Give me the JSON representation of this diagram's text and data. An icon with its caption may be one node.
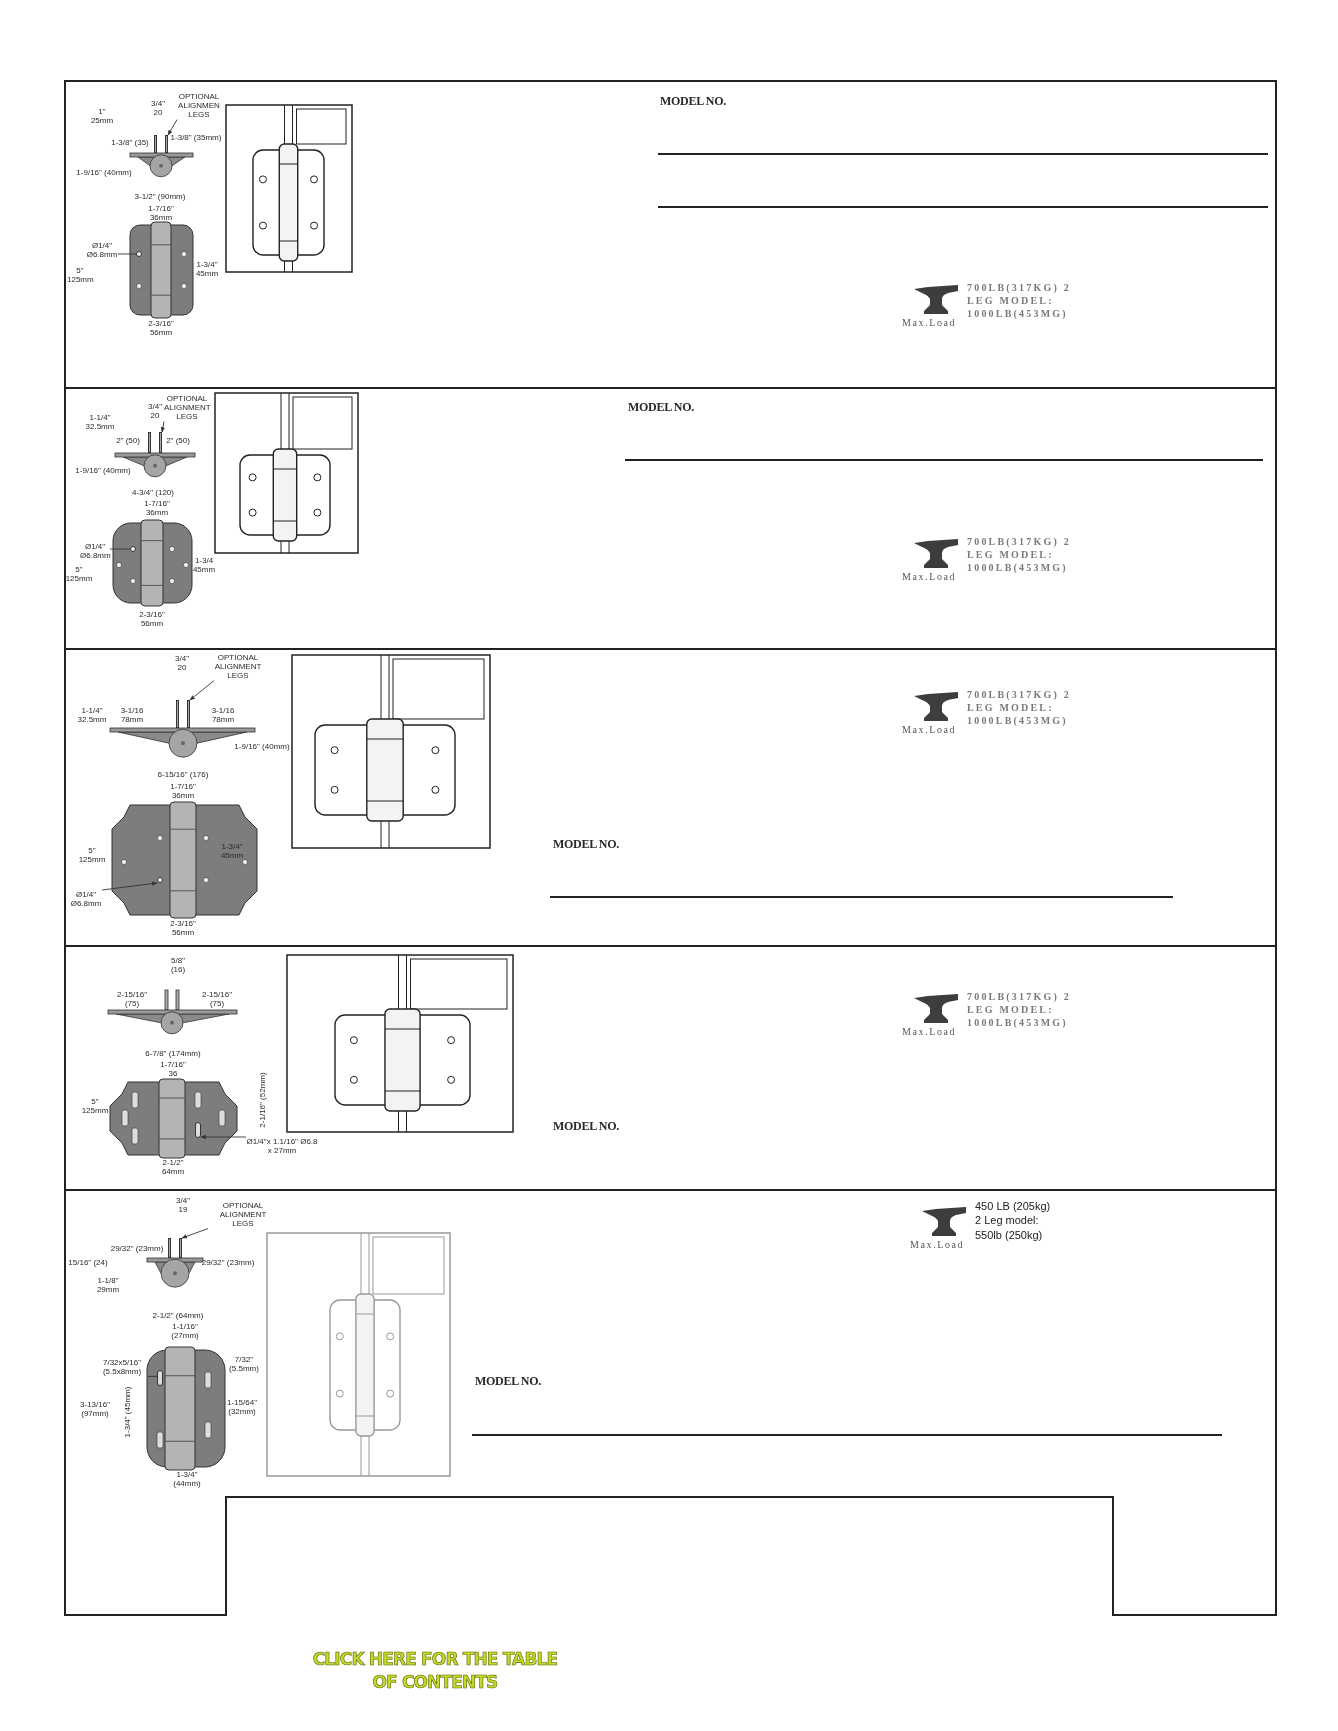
{
  "diagram": {
    "nodes": [
      {
        "text": [
          "MODEL NO.",
          "700LB(317KG) 2 LEG MODEL: 1000LB(453MG)",
          "Max.Load"
        ]
      },
      {
        "text": [
          "OPTIONAL ALIGNMEN LEGS"
        ],
        "in": 0
      },
      {
        "text": [
          "Ø1/4\" Ø6.8mm"
        ],
        "in": 0
      },
      {
        "text": [],
        "shape": "bar",
        "in": 0
      },
      {
        "text": [],
        "shape": "circle",
        "in": 0
      },
      {
        "text": [
          "MODEL NO.",
          "700LB(317KG) 2 LEG MODEL: 1000LB(453MG)",
          "Max.Load"
        ]
      },
      {
        "text": [
          "OPTIONAL ALIGNMENT LEGS"
        ],
        "in": 5
      },
      {
        "text": [
          "Ø1/4\" Ø6.8mm"
        ],
        "in": 5
      },
      {
        "text": [],
        "shape": "bar",
        "in": 5
      },
      {
        "text": [],
        "shape": "circle",
        "in": 5
      },
      {
        "text": [
          "MODEL NO.",
          "700LB(317KG) 2 LEG MODEL: 1000LB(453MG)",
          "Max.Load"
        ]
      },
      {
        "text": [
          "OPTIONAL ALIGNMENT LEGS"
        ],
        "in": 10
      },
      {
        "text": [
          "Ø1/4\" Ø6.8mm"
        ],
        "in": 10
      },
      {
        "text": [],
        "shape": "bar",
        "in": 10
      },
      {
        "text": [],
        "shape": "circle",
        "in": 10
      },
      {
        "text": [
          "MODEL NO.",
          "700LB(317KG) 2 LEG MODEL: 1000LB(453MG)",
          "Max.Load"
        ]
      },
      {
        "text": [
          "Ø1/4\"x 1.1/16\" Ø6.8 x 27mm"
        ],
        "in": 15
      },
      {
        "text": [],
        "shape": "bar",
        "in": 15
      },
      {
        "text": [
          "MODEL NO.",
          "450 LB (205kg) 2 Leg model: 550lb (250kg)",
          "Max.Load"
        ]
      },
      {
        "text": [
          "OPTIONAL ALIGNMENT LEGS"
        ],
        "in": 18
      },
      {
        "text": [
          "7/32x5/16\" (5.5x8mm)"
        ],
        "in": 18
      },
      {
        "text": [],
        "shape": "bar",
        "in": 18
      },
      {
        "text": [],
        "shape": "bar",
        "in": 18
      }
    ],
    "edges": [
      {
        "from": 1,
        "to": 3,
        "arrow": "to"
      },
      {
        "from": 2,
        "to": 4,
        "arrow": "none"
      },
      {
        "from": 6,
        "to": 8,
        "arrow": "to"
      },
      {
        "from": 7,
        "to": 9,
        "arrow": "none"
      },
      {
        "from": 11,
        "to": 13,
        "arrow": "to"
      },
      {
        "from": 12,
        "to": 14,
        "arrow": "to"
      },
      {
        "from": 16,
        "to": 17,
        "arrow": "to"
      },
      {
        "from": 19,
        "to": 21,
        "arrow": "to"
      },
      {
        "from": 20,
        "to": 22,
        "arrow": "none"
      }
    ],
    "labels": [
      "3/4\" 20",
      "1\" 25mm",
      "1-3/8\" (35)",
      "1-3/8\" (35mm)",
      "1-9/16\" (40mm)",
      "3-1/2\" (90mm)",
      "1-7/16\" 36mm",
      "5\" 125mm",
      "1-3/4\" 45mm",
      "2-3/16\" 56mm",
      "3/4\" 20",
      "1-1/4\" 32.5mm",
      "2\" (50)",
      "2\" (50)",
      "1-9/16\" (40mm)",
      "4-3/4\" (120)",
      "1-7/16\" 36mm",
      "5\" 125mm",
      "1-3/4 45mm",
      "2-3/16\" 56mm",
      "3/4\" 20",
      "1-1/4\" 32.5mm",
      "3-1/16 78mm",
      "3-1/16 78mm",
      "1-9/16\" (40mm)",
      "6-15/16\" (176)",
      "1-7/16\" 36mm",
      "5\" 125mm",
      "1-3/4\" 45mm",
      "2-3/16\" 56mm",
      "5/8\" (16)",
      "2-15/16\" (75)",
      "2-15/16\" (75)",
      "6-7/8\" (174mm)",
      "1-7/16\" 36",
      "5\" 125mm",
      "2-1/16\" (52mm)",
      "2-1/2\" 64mm",
      "3/4\" 19",
      "29/32\" (23mm)",
      "15/16\" (24)",
      "29/32\" (23mm)",
      "1-1/8\" 29mm",
      "2-1/2\" (64mm)",
      "1-1/16\" (27mm)",
      "7/32\" (5.5mm)",
      "3-13/16\" (97mm)",
      "1-3/4\" (45mm)",
      "1-15/64\" (32mm)",
      "1-3/4\" (44mm)",
      "CLICK HERE FOR THE TABLE OF CONTENTS"
    ]
  }
}
